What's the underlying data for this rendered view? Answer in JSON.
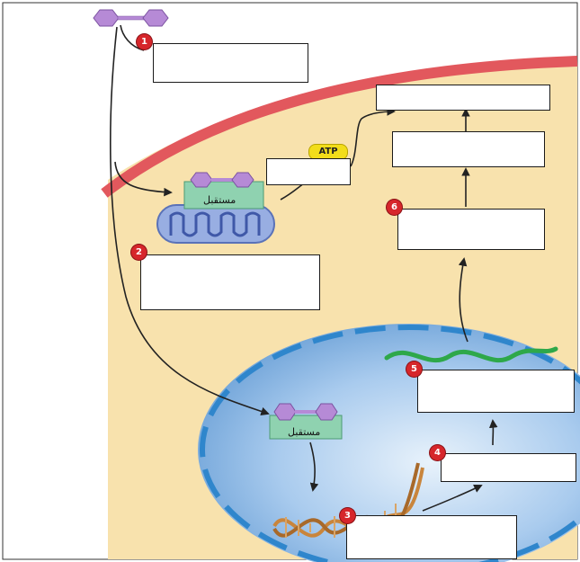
{
  "frame_colors": {
    "cytoplasm": "#f8e2ad",
    "membrane": "#e2585d",
    "nucleus": "#7fb0e0",
    "nuclear_envelope": "#2f86cc",
    "receptor_protein": "#8fd2b0",
    "hormone": "#b68ad6",
    "mitochondrion": "#98aee2",
    "mrna": "#2ea84a",
    "dna": "#c9853c",
    "step_badge": "#d6262b",
    "atp_label": "#f2dd1a"
  },
  "labels": {
    "receptor_cytoplasm": "مستقبل",
    "receptor_nucleus": "مستقبل",
    "atp": "ATP"
  },
  "step_badges": {
    "step1": "1",
    "step2": "2",
    "step3": "3",
    "step4": "4",
    "step5": "5",
    "step6": "6"
  },
  "answer_boxes": [
    {
      "id": "box-1",
      "text": ""
    },
    {
      "id": "box-atp",
      "text": ""
    },
    {
      "id": "box-top",
      "text": ""
    },
    {
      "id": "box-mid",
      "text": ""
    },
    {
      "id": "box-6",
      "text": ""
    },
    {
      "id": "box-2",
      "text": ""
    },
    {
      "id": "box-5",
      "text": ""
    },
    {
      "id": "box-4",
      "text": ""
    },
    {
      "id": "box-3",
      "text": ""
    }
  ]
}
